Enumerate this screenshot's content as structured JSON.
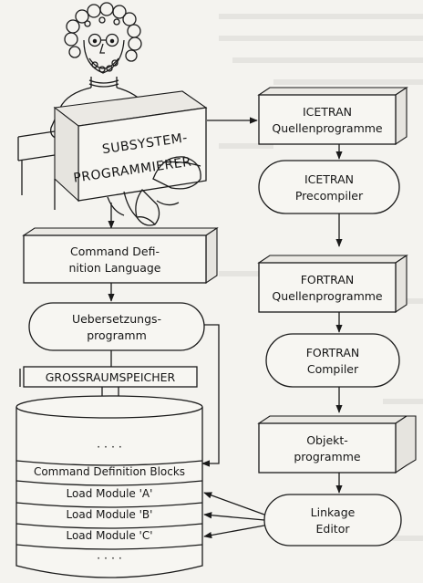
{
  "person": {
    "label_line1": "SUBSYSTEM-",
    "label_line2": "PROGRAMMIERER"
  },
  "left_column": {
    "cdl_box": {
      "line1": "Command Defi-",
      "line2": "nition Language"
    },
    "translator": {
      "line1": "Uebersetzungs-",
      "line2": "programm"
    },
    "storage_banner": "GROSSRAUMSPEICHER",
    "storage_rows": [
      "·  ·  ·  ·",
      "Command Definition Blocks",
      "Load Module 'A'",
      "Load Module 'B'",
      "Load Module 'C'",
      "·  ·  ·  ·"
    ]
  },
  "right_column": {
    "icetran_source": {
      "line1": "ICETRAN",
      "line2": "Quellenprogramme"
    },
    "icetran_precompiler": {
      "line1": "ICETRAN",
      "line2": "Precompiler"
    },
    "fortran_source": {
      "line1": "FORTRAN",
      "line2": "Quellenprogramme"
    },
    "fortran_compiler": {
      "line1": "FORTRAN",
      "line2": "Compiler"
    },
    "object_programs": {
      "line1": "Objekt-",
      "line2": "programme"
    },
    "linkage_editor": {
      "line1": "Linkage",
      "line2": "Editor"
    }
  }
}
